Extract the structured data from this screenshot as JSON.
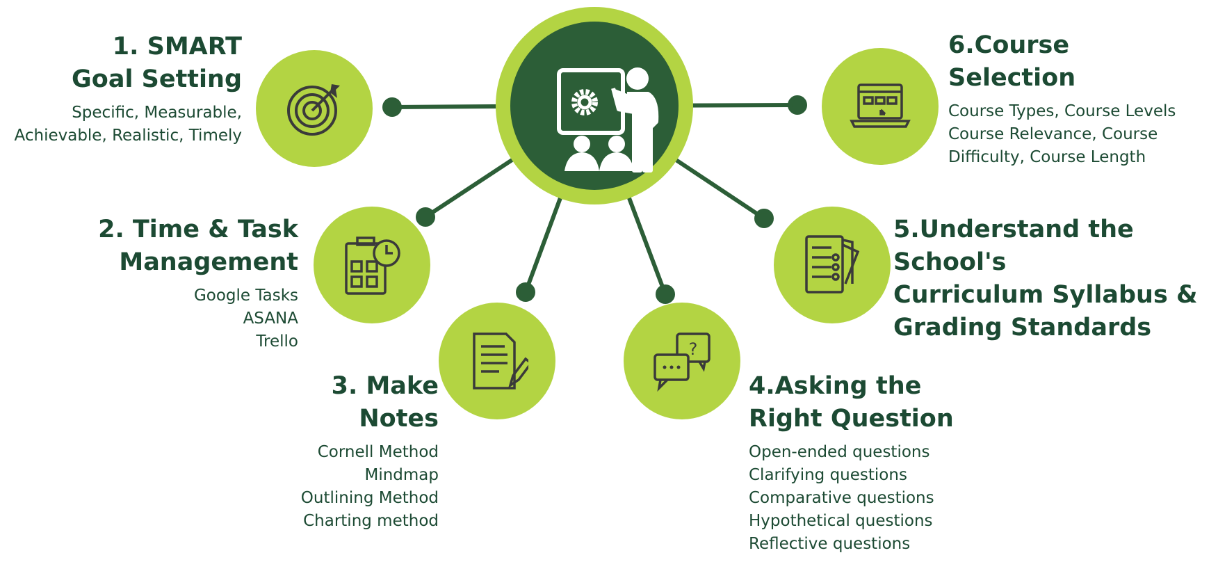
{
  "colors": {
    "accent": "#b3d443",
    "dark": "#2c5e37",
    "text": "#1c4a33"
  },
  "center": {
    "icon": "teacher-presentation-icon"
  },
  "items": [
    {
      "title": [
        "1. SMART",
        "Goal Setting"
      ],
      "sub": [
        "Specific, Measurable,",
        "Achievable, Realistic, Timely"
      ],
      "icon": "target-icon"
    },
    {
      "title": [
        "2. Time & Task",
        "Management"
      ],
      "sub": [
        "Google Tasks",
        "ASANA",
        "Trello"
      ],
      "icon": "checklist-clock-icon"
    },
    {
      "title": [
        "3. Make",
        "Notes"
      ],
      "sub": [
        "Cornell Method",
        "Mindmap",
        "Outlining Method",
        "Charting method"
      ],
      "icon": "notes-pencil-icon"
    },
    {
      "title": [
        "4.Asking the",
        "Right Question"
      ],
      "sub": [
        "Open-ended questions",
        "Clarifying questions",
        "Comparative questions",
        "Hypothetical questions",
        "Reflective questions"
      ],
      "icon": "chat-question-icon"
    },
    {
      "title": [
        "5.Understand the School's",
        "Curriculum Syllabus &",
        "Grading Standards"
      ],
      "sub": [],
      "icon": "syllabus-documents-icon"
    },
    {
      "title": [
        "6.Course",
        "Selection"
      ],
      "sub": [
        "Course Types, Course Levels",
        "Course Relevance, Course",
        "Difficulty, Course Length"
      ],
      "icon": "laptop-course-icon"
    }
  ]
}
